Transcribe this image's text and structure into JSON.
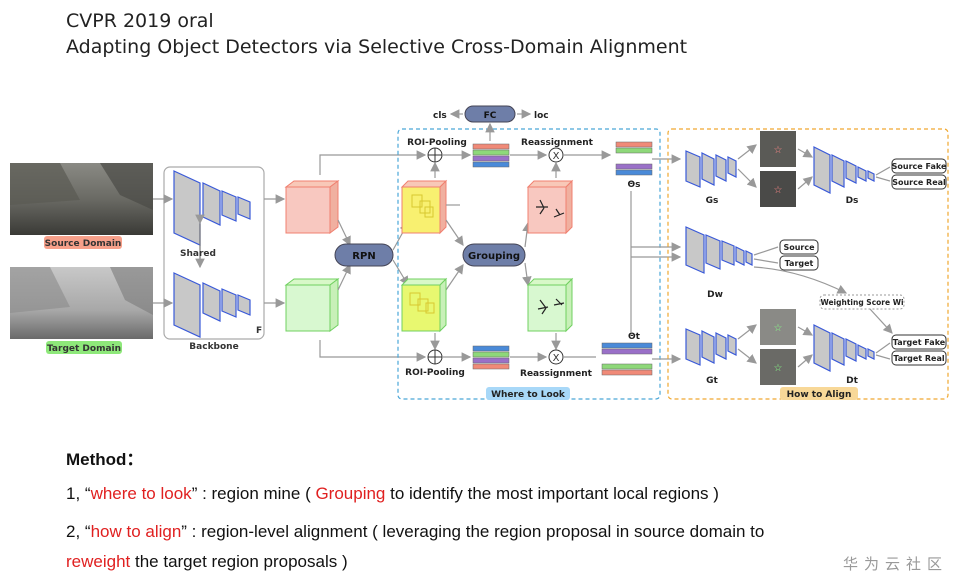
{
  "header": {
    "line1": "CVPR 2019 oral",
    "line2": "Adapting Object Detectors via Selective Cross-Domain Alignment"
  },
  "figure": {
    "source_domain": "Source Domain",
    "target_domain": "Target Domain",
    "shared": "Shared",
    "backbone": "Backbone",
    "f_label": "F",
    "rpn": "RPN",
    "grouping": "Grouping",
    "fc": "FC",
    "cls": "cls",
    "loc": "loc",
    "roi_pooling_top": "ROI-Pooling",
    "roi_pooling_bottom": "ROI-Pooling",
    "reassignment_top": "Reassignment",
    "reassignment_bottom": "Reassignment",
    "theta_s": "Θs",
    "theta_t": "Θt",
    "where_to_look": "Where to Look",
    "how_to_align": "How to Align",
    "gs": "Gs",
    "gt": "Gt",
    "ds": "Ds",
    "dt": "Dt",
    "dw": "Dw",
    "source_fake": "Source Fake",
    "source_real": "Source Real",
    "source": "Source",
    "target": "Target",
    "weighting_score": "Weighting Score Wi",
    "target_fake": "Target Fake",
    "target_real": "Target Real",
    "colors": {
      "red": "#f0a090",
      "green": "#8ed87a",
      "blue": "#4a6fd0",
      "pill": "#6e7ea8",
      "orange": "#f0a830",
      "cyan": "#4aa6d8"
    }
  },
  "method": {
    "heading": "Method：",
    "item1_prefix": "1, “",
    "item1_red": "where to look",
    "item1_mid": "” : region mine ( ",
    "item1_red2": "Grouping",
    "item1_suffix": " to identify the most important local regions )",
    "item2_prefix": "2, “",
    "item2_red": "how to align",
    "item2_suffix": "” : region-level alignment ( leveraging the region proposal in source domain to",
    "item3_red": "reweight",
    "item3_suffix": " the target region proposals )"
  },
  "watermark": "华为云社区"
}
